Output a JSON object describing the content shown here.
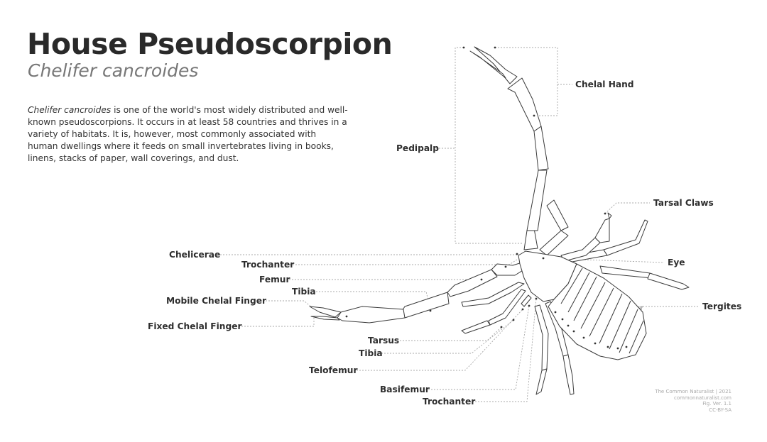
{
  "title": "House Pseudoscorpion",
  "subtitle": "Chelifer cancroides",
  "description": {
    "species": "Chelifer cancroides",
    "text": " is one of the world's most widely distributed and well-known pseudoscorpions. It occurs in at least 58 countries and thrives in a variety of habitats. It is, however, most commonly associated with human dwellings where it feeds on small invertebrates living in books, linens, stacks of paper, wall coverings, and dust."
  },
  "labels": {
    "chelal_hand": "Chelal Hand",
    "pedipalp": "Pedipalp",
    "tarsal_claws": "Tarsal Claws",
    "eye": "Eye",
    "tergites": "Tergites",
    "chelicerae": "Chelicerae",
    "trochanter_upper": "Trochanter",
    "femur": "Femur",
    "tibia_upper": "Tibia",
    "mobile_chelal_finger": "Mobile Chelal Finger",
    "fixed_chelal_finger": "Fixed Chelal Finger",
    "tarsus": "Tarsus",
    "tibia_lower": "Tibia",
    "telofemur": "Telofemur",
    "basifemur": "Basifemur",
    "trochanter_lower": "Trochanter"
  },
  "credits": {
    "line1": "The Common Naturalist | 2021",
    "line2": "commonnaturalist.com",
    "line3": "Fig. Ver. 1.1",
    "line4": "CC-BY-SA"
  },
  "colors": {
    "title": "#2a2a2a",
    "subtitle": "#777777",
    "outline": "#3a3a3a",
    "leader": "#a8a8a8"
  }
}
